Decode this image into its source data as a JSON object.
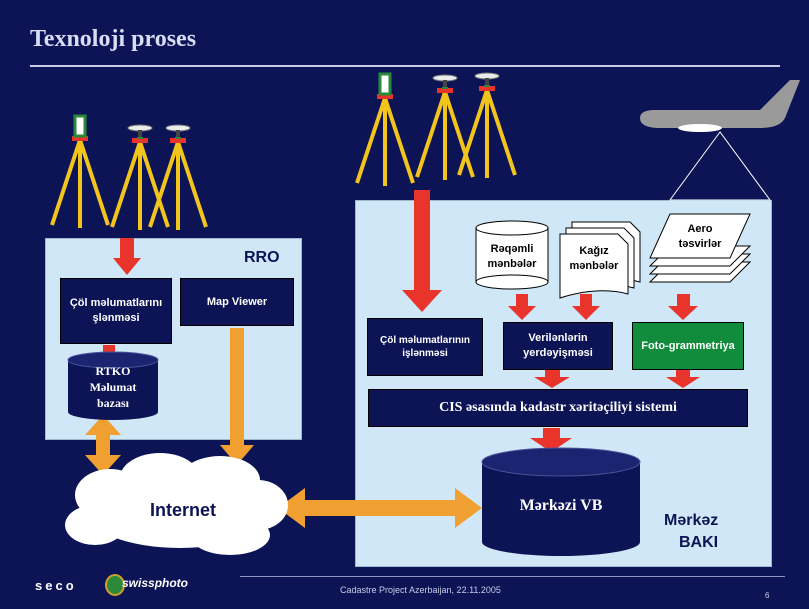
{
  "slide": {
    "title": "Texnoloji proses"
  },
  "left_panel": {
    "region_label": "RRO",
    "field_processing": "Çöl məlumatlarını şlənməsi",
    "map_viewer": "Map Viewer",
    "database_lines": [
      "RTKO",
      "Məlumat",
      "bazası"
    ]
  },
  "right_panel": {
    "field_processing": "Çöl məlumatlarının işlənməsi",
    "digital_sources_lines": [
      "Rəqəmli",
      "mənbələr"
    ],
    "paper_sources_lines": [
      "Kağız",
      "mənbələr"
    ],
    "aerial_images_lines": [
      "Aero",
      "təsvirlər"
    ],
    "data_transfer": "Verilənlərin yerdəyişməsi",
    "photogrammetry": "Foto-grammetriya",
    "cis_system": "CIS əsasında kadastr xəritəçiliyi sistemi",
    "central_db": "Mərkəzi VB",
    "location_line1": "Mərkəz",
    "location_line2": "BAKI"
  },
  "internet_label": "Internet",
  "footer": {
    "text": "Cadastre Project Azerbaijan, 22.11.2005",
    "page": "6",
    "logo_seco": "seco",
    "logo_swissphoto": "swissphoto"
  },
  "colors": {
    "background": "#0c1456",
    "panel": "#cfe7f7",
    "arrow_red": "#e8342a",
    "arrow_orange": "#f0a030",
    "tripod_yellow": "#f2c41c",
    "photogrammetry_green": "#118c3c"
  },
  "icons": [
    "survey-tripod-icon",
    "gps-tripod-icon",
    "airplane-icon",
    "cloud-icon",
    "database-cylinder-icon",
    "document-stack-icon"
  ]
}
